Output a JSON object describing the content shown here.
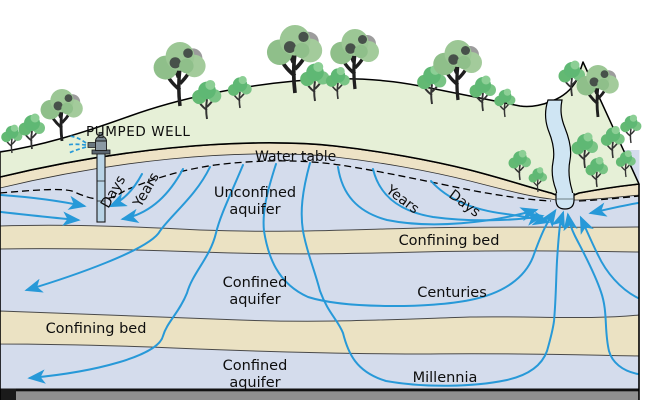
{
  "title": "Groundwater flow system cross-section",
  "labels": {
    "pumped_well": "PUMPED WELL",
    "water_table": "Water table",
    "unconfined_aquifer_line1": "Unconfined",
    "unconfined_aquifer_line2": "aquifer",
    "days_left": "Days",
    "years_left": "Years",
    "years_right": "Years",
    "days_right": "Days",
    "confining_bed_upper": "Confining bed",
    "confined_aquifer_upper_line1": "Confined",
    "confined_aquifer_upper_line2": "aquifer",
    "centuries": "Centuries",
    "confining_bed_lower": "Confining bed",
    "confined_aquifer_lower_line1": "Confined",
    "confined_aquifer_lower_line2": "aquifer",
    "millennia": "Millennia"
  },
  "icons": {
    "well": "pump-well-icon",
    "trees": "tree-icon",
    "stream": "stream-ribbon",
    "arrows": "flow-arrowhead"
  },
  "colors": {
    "flow_line": "#2799d8",
    "aquifer": "#d4dcec",
    "confining_bed": "#ebe2c3",
    "surface_soil": "#eee3c6",
    "land": "#e6f0d7",
    "stream": "#cfe5f3",
    "basement": "#8f8f8f",
    "well_pipe": "#b9d4e6",
    "pump_body": "#8b99a3",
    "outline": "#000000"
  }
}
